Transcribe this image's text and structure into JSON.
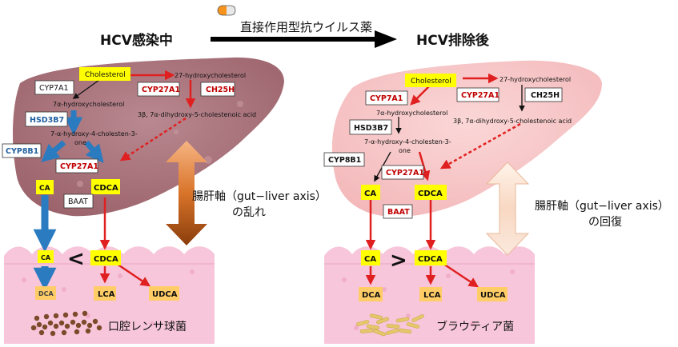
{
  "header": {
    "left_title": "HCV感染中",
    "right_title": "HCV排除後",
    "drug_label": "直接作用型抗ウイルス薬"
  },
  "left": {
    "cholesterol": "Cholesterol",
    "hydroxy27": "27-hydroxycholesterol",
    "cyp27a1_top": "CYP27A1",
    "ch25h": "CH25H",
    "cyp7a1": "CYP7A1",
    "hydroxy7a": "7α-hydroxycholesterol",
    "hsd3b7": "HSD3B7",
    "dihydroxy": "3β, 7α-dihydroxy-5-cholestenoic acid",
    "cholesten_line1": "7-α-hydroxy-4-cholesten-3-",
    "cholesten_line2": "one",
    "cyp8b1": "CYP8B1",
    "cyp27a1_mid": "CYP27A1",
    "ca_liver": "CA",
    "cdca_liver": "CDCA",
    "baat": "BAAT",
    "ca_gut": "CA",
    "cdca_gut": "CDCA",
    "comparison": "<",
    "dca": "DCA",
    "lca": "LCA",
    "udca": "UDCA",
    "axis_line1": "腸肝軸（gut−liver axis）",
    "axis_line2": "の乱れ",
    "bacteria": "口腔レンサ球菌"
  },
  "right": {
    "cholesterol": "Cholesterol",
    "hydroxy27": "27-hydroxycholesterol",
    "cyp7a1": "CYP7A1",
    "cyp27a1_top": "CYP27A1",
    "ch25h": "CH25H",
    "hydroxy7a": "7α-hydroxycholesterol",
    "hsd3b7": "HSD3B7",
    "dihydroxy": "3β, 7α-dihydroxy-5-cholestenoic acid",
    "cholesten_line1": "7-α-hydroxy-4-cholesten-3-",
    "cholesten_line2": "one",
    "cyp8b1": "CYP8B1",
    "cyp27a1_mid": "CYP27A1",
    "ca_liver": "CA",
    "cdca_liver": "CDCA",
    "baat": "BAAT",
    "ca_gut": "CA",
    "cdca_gut": "CDCA",
    "comparison": ">",
    "dca": "DCA",
    "lca": "LCA",
    "udca": "UDCA",
    "axis_line1": "腸肝軸（gut−liver axis）",
    "axis_line2": "の回復",
    "bacteria": "ブラウティア菌"
  },
  "colors": {
    "red_arrow": "#e02020",
    "blue_arrow": "#2b7bc0",
    "highlight_yellow": "#ffff00",
    "label_red": "#c00000",
    "label_blue": "#1f5f9f",
    "liver_infected": "#b07a80",
    "liver_recovered": "#f6c8c8",
    "intestine": "#f7c6da",
    "axis_arrow_left": "#c8651e",
    "axis_arrow_right": "#f6d6c2"
  }
}
